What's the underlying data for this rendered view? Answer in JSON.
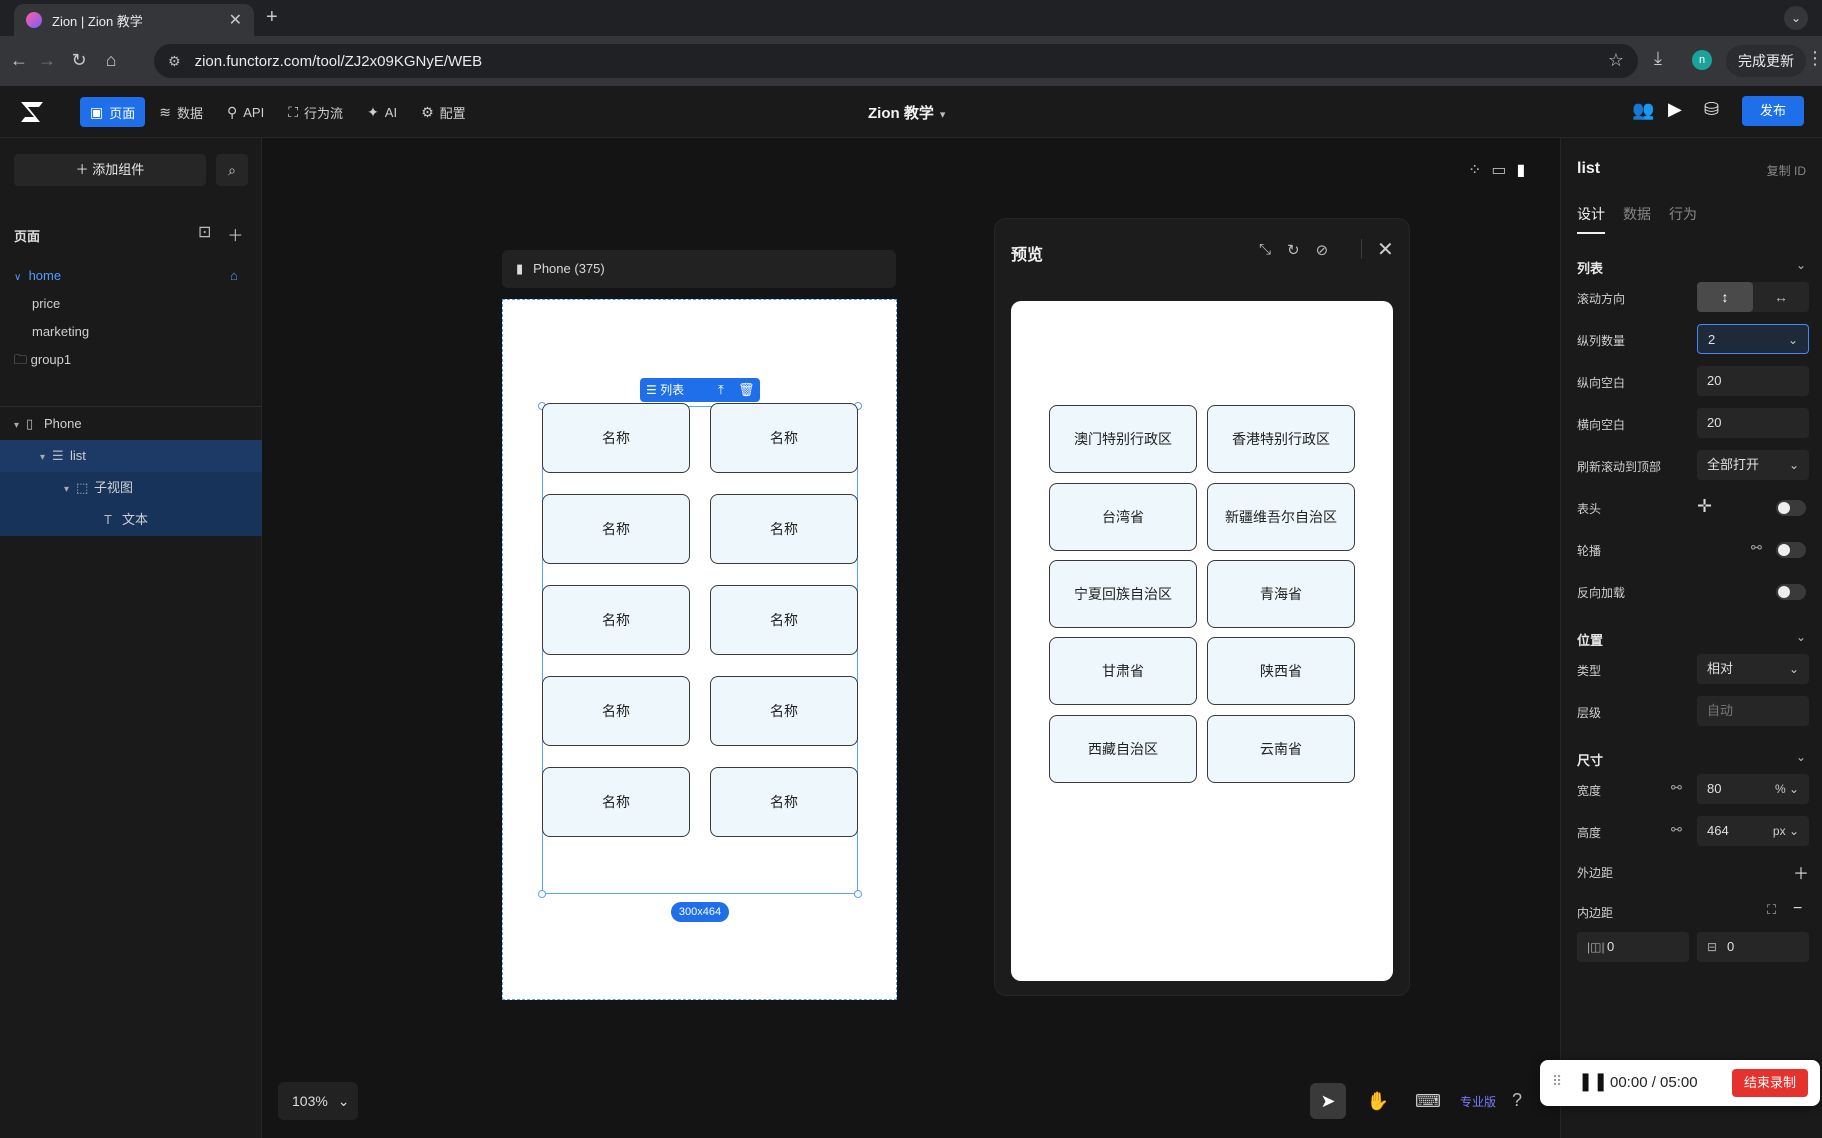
{
  "browser": {
    "tab_title": "Zion | Zion 教学",
    "url": "zion.functorz.com/tool/ZJ2x09KGNyE/WEB",
    "update_label": "完成更新",
    "profile_initial": "n"
  },
  "toolbar": {
    "nav": [
      {
        "label": "页面",
        "icon": "page-icon"
      },
      {
        "label": "数据",
        "icon": "database-icon"
      },
      {
        "label": "API",
        "icon": "api-icon"
      },
      {
        "label": "行为流",
        "icon": "flow-icon"
      },
      {
        "label": "AI",
        "icon": "ai-icon"
      },
      {
        "label": "配置",
        "icon": "gear-icon"
      }
    ],
    "project_name": "Zion 教学",
    "publish_label": "发布"
  },
  "left": {
    "add_component": "添加组件",
    "pages_title": "页面",
    "pages": [
      "home",
      "price",
      "marketing",
      "group1"
    ],
    "tree": [
      "Phone",
      "list",
      "子视图",
      "文本"
    ]
  },
  "canvas": {
    "device_label": "Phone (375)",
    "list_tag": "列表",
    "size_tag": "300x464",
    "card_label": "名称",
    "zoom": "103%",
    "pro_label": "专业版"
  },
  "preview": {
    "title": "预览",
    "items": [
      "澳门特别行政区",
      "香港特别行政区",
      "台湾省",
      "新疆维吾尔自治区",
      "宁夏回族自治区",
      "青海省",
      "甘肃省",
      "陕西省",
      "西藏自治区",
      "云南省"
    ]
  },
  "right": {
    "title": "list",
    "copy_id": "复制 ID",
    "tabs": [
      "设计",
      "数据",
      "行为"
    ],
    "list_section": "列表",
    "scroll_dir": "滚动方向",
    "columns_label": "纵列数量",
    "columns_value": "2",
    "vgap_label": "纵向空白",
    "vgap_value": "20",
    "hgap_label": "横向空白",
    "hgap_value": "20",
    "refresh_label": "刷新滚动到顶部",
    "refresh_value": "全部打开",
    "header_label": "表头",
    "carousel_label": "轮播",
    "reverse_label": "反向加载",
    "position_section": "位置",
    "type_label": "类型",
    "type_value": "相对",
    "layer_label": "层级",
    "layer_placeholder": "自动",
    "size_section": "尺寸",
    "width_label": "宽度",
    "width_value": "80",
    "width_unit": "%",
    "height_label": "高度",
    "height_value": "464",
    "height_unit": "px",
    "margin_label": "外边距",
    "padding_label": "内边距",
    "pad_left": "0",
    "pad_top": "0"
  },
  "recording": {
    "time": "00:00  /  05:00",
    "stop_label": "结束录制"
  }
}
